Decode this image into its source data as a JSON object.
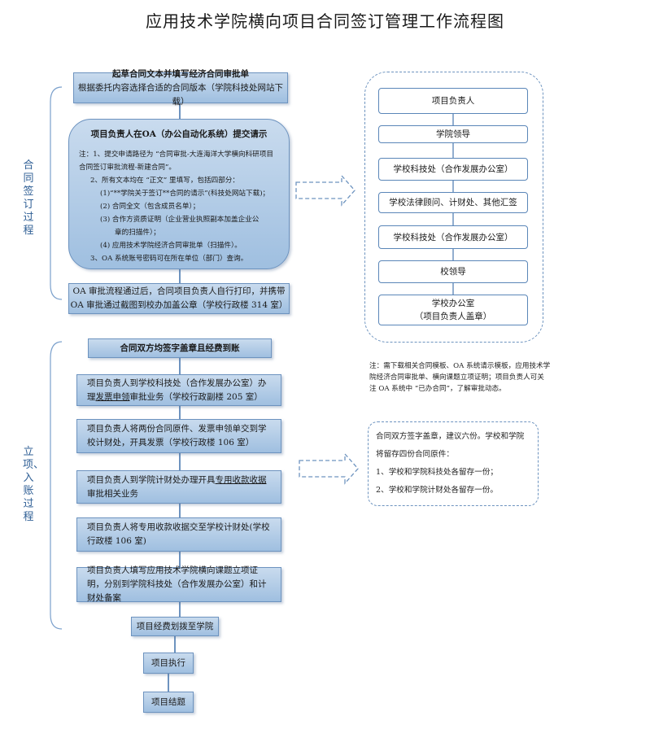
{
  "title": "应用技术学院横向项目合同签订管理工作流程图",
  "side_labels": {
    "contract": "合同签订过程",
    "entry": "立项、入账过程"
  },
  "main_flow": {
    "draft": {
      "line1": "起草合同文本并填写经济合同审批单",
      "line2": "根据委托内容选择合适的合同版本（学院科技处网站下载）"
    },
    "oa": {
      "heading": "项目负责人在OA（办公自动化系统）提交请示",
      "notes": [
        "注：1、提交申请路径为 “合同审批-大连海洋大学横向科研项目",
        "合同签订审批流程-新建合同”。",
        "2、所有文本均在 “正文” 里填写，包括四部分：",
        "(1)“**学院关于签订**合同的请示”(科技处网站下载)；",
        "(2) 合同全文（包含成员名单）；",
        "(3) 合作方资质证明（企业营业执照副本加盖企业公",
        "章的扫描件）；",
        "(4) 应用技术学院经济合同审批单（扫描件）。",
        "3、OA 系统账号密码可在所在单位（部门）查询。"
      ]
    },
    "print": {
      "line1": "OA 审批流程通过后，合同项目负责人自行打印，并携带",
      "line2": "OA 审批通过截图到校办加盖公章（学校行政楼 314 室）"
    },
    "sign": "合同双方均签字盖章且经费到账",
    "step1": {
      "pre": "项目负责人到学校科技处（合作发展办公室）办理",
      "u": "发票申领",
      "post": "审批业务（学校行政副楼 205 室）"
    },
    "step2": "项目负责人将两份合同原件、发票申领单交到学校计财处，开具发票（学校行政楼 106 室）",
    "step3": {
      "pre": "项目负责人到学院计财处办理开具",
      "u": "专用收款收据",
      "post": "审批相关业务"
    },
    "step4": "项目负责人将专用收款收据交至学校计财处(学校行政楼 106 室)",
    "step5": "项目负责人填写应用技术学院横向课题立项证明，分别到学院科技处（合作发展办公室）和计财处备案",
    "funds": "项目经费划拨至学院",
    "execute": "项目执行",
    "close": "项目结题"
  },
  "approval_chain": [
    "项目负责人",
    "学院领导",
    "学校科技处（合作发展办公室）",
    "学校法律顾问、计财处、其他汇签",
    "学校科技处（合作发展办公室）",
    "校领导",
    "学校办公室",
    "（项目负责人盖章）"
  ],
  "approval_note": [
    "注：需下载相关合同模板、OA 系统请示模板，应用技术学",
    "院经济合同审批单、横向课题立项证明；项目负责人可关",
    "注 OA 系统中 “已办合同”，了解审批动态。"
  ],
  "copies_note": [
    "合同双方签字盖章，建议六份。学校和学院",
    "将留存四份合同原件：",
    "1、学校和学院科技处各留存一份；",
    "2、学校和学院计财处各留存一份。"
  ],
  "colors": {
    "box_top": "#c9dbee",
    "box_bottom": "#9fbfe0",
    "border": "#6d93bf",
    "label": "#2f5f95"
  }
}
